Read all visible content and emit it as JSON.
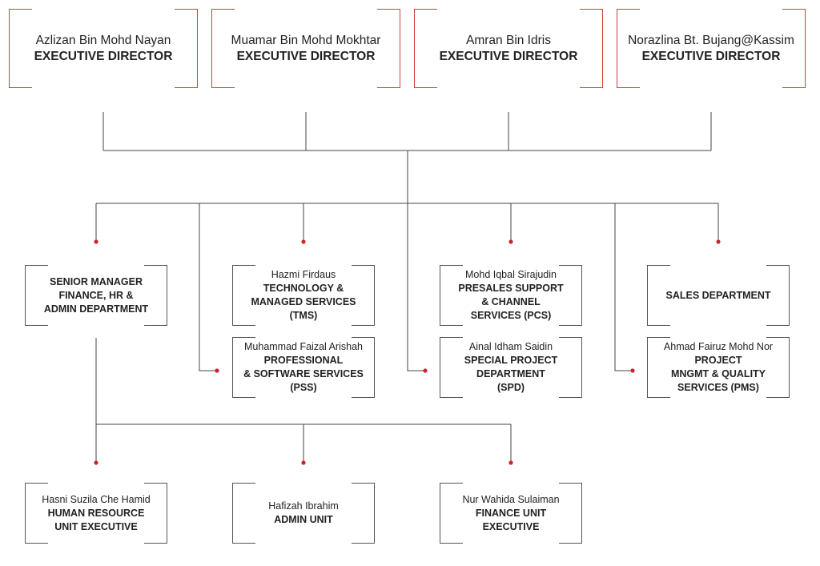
{
  "colors": {
    "exec_border": "#c9413f",
    "line": "#444444",
    "dot": "#c8262c",
    "dept_border": "#555555"
  },
  "executives": [
    {
      "name": "Azlizan Bin Mohd Nayan",
      "role": "EXECUTIVE DIRECTOR"
    },
    {
      "name": "Muamar Bin Mohd Mokhtar",
      "role": "EXECUTIVE DIRECTOR"
    },
    {
      "name": "Amran Bin Idris",
      "role": "EXECUTIVE DIRECTOR"
    },
    {
      "name": "Norazlina Bt. Bujang@Kassim",
      "role": "EXECUTIVE DIRECTOR"
    }
  ],
  "departments": {
    "finance_hr_admin": {
      "name": "",
      "role": "SENIOR MANAGER\nFINANCE, HR &\nADMIN DEPARTMENT"
    },
    "tms": {
      "name": "Hazmi Firdaus",
      "role": "TECHNOLOGY    &\nMANAGED SERVICES\n(TMS)"
    },
    "pss": {
      "name": "Muhammad Faizal Arishah",
      "role": "PROFESSIONAL\n& SOFTWARE SERVICES\n(PSS)"
    },
    "pcs": {
      "name": "Mohd Iqbal Sirajudin",
      "role": "PRESALES SUPPORT\n& CHANNEL\nSERVICES (PCS)"
    },
    "spd": {
      "name": "Ainal Idham Saidin",
      "role": "SPECIAL PROJECT\nDEPARTMENT\n(SPD)"
    },
    "sales": {
      "name": "",
      "role": "SALES DEPARTMENT"
    },
    "pms": {
      "name": "Ahmad Fairuz Mohd Nor",
      "role": "PROJECT\nMNGMT & QUALITY\nSERVICES (PMS)"
    },
    "hr_unit": {
      "name": "Hasni Suzila Che Hamid",
      "role": "HUMAN RESOURCE\nUNIT EXECUTIVE"
    },
    "admin_unit": {
      "name": "Hafizah Ibrahim",
      "role": "ADMIN UNIT"
    },
    "finance_unit": {
      "name": "Nur Wahida Sulaiman",
      "role": "FINANCE UNIT\nEXECUTIVE"
    }
  }
}
